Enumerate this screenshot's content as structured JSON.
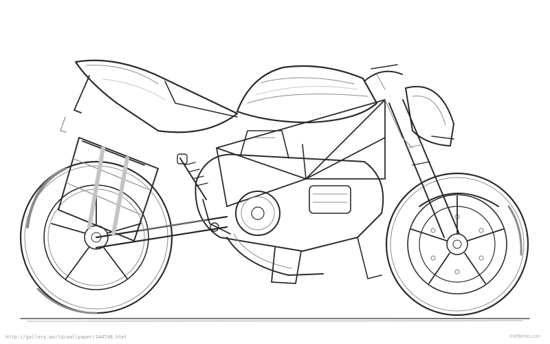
{
  "scene": {
    "subject": "pencil sketch of a naked sport motorcycle, side view facing right",
    "stroke_color": "#2a2a2e",
    "background_color": "#ffffff"
  },
  "watermarks": {
    "source_url": "http://gallery.world/wallpaper/144748.html",
    "brand": "FileBento.com"
  }
}
